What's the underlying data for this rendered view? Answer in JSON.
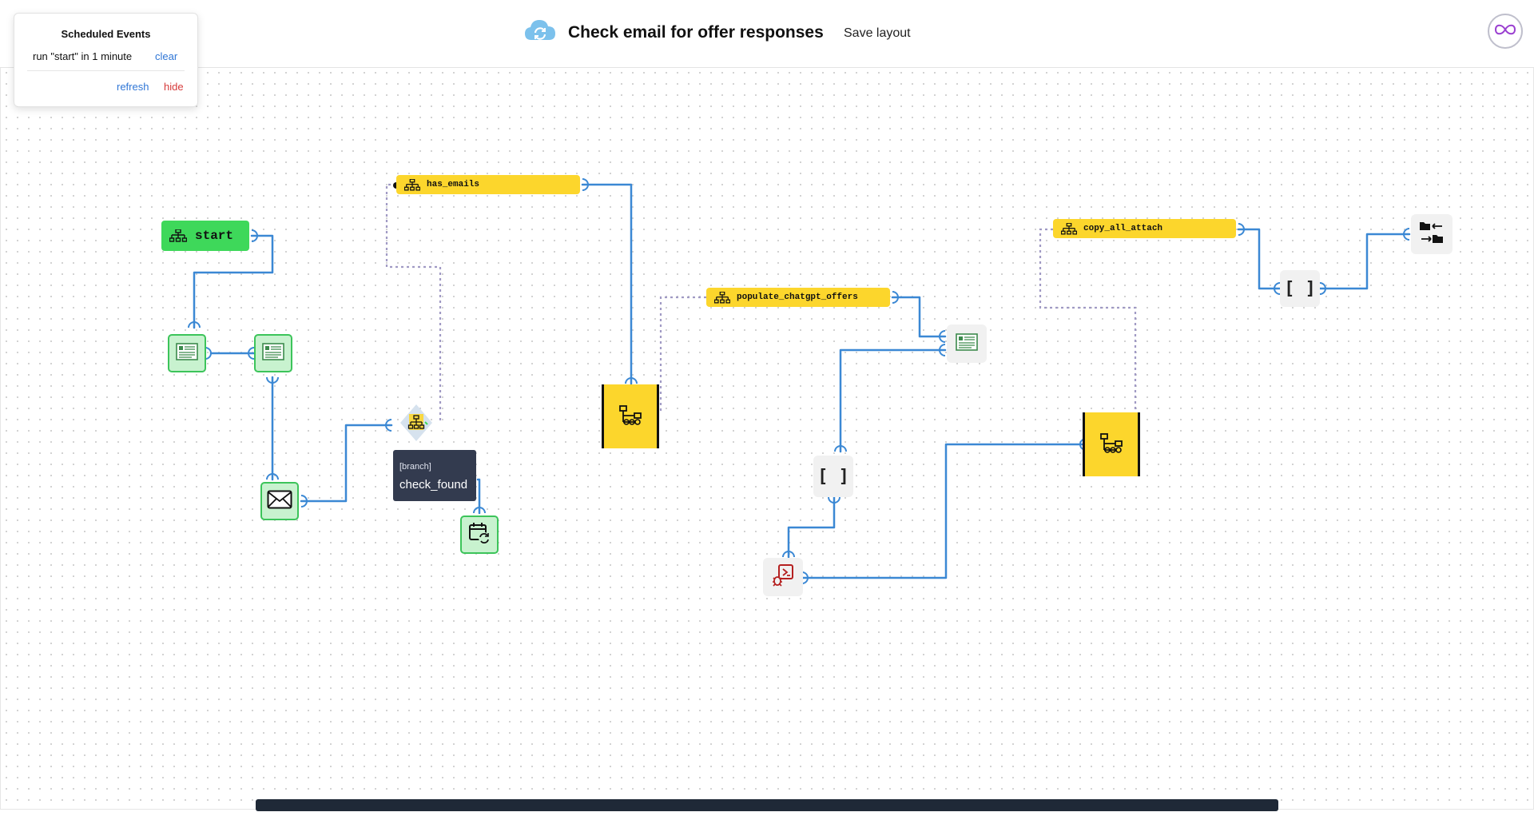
{
  "header": {
    "title": "Check email for offer responses",
    "save_layout": "Save layout",
    "cloud_icon": "cloud-sync-icon",
    "avatar_icon": "infinity-icon"
  },
  "scheduled_events": {
    "title": "Scheduled Events",
    "event_text": "run \"start\" in 1 minute",
    "clear": "clear",
    "refresh": "refresh",
    "hide": "hide"
  },
  "nodes": {
    "start": "start",
    "has_emails": "has_emails",
    "populate_chatgpt_offers": "populate_chatgpt_offers",
    "copy_all_attach": "copy_all_attach"
  },
  "tooltip": {
    "kind": "[branch]",
    "name": "check_found"
  },
  "colors": {
    "edge": "#3b88d4",
    "edge_dotted": "#a09ac4",
    "signal": "#fcd62c",
    "start": "#3ed85a",
    "green_box": "#c8f2cf",
    "green_border": "#3cc45a"
  }
}
